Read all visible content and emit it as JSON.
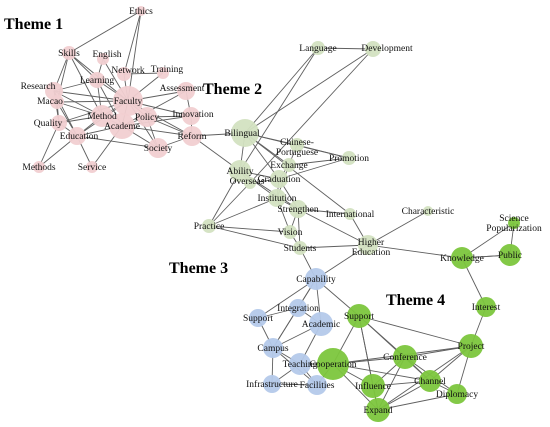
{
  "diagram": {
    "themes": [
      {
        "id": "t1",
        "label": "Theme 1"
      },
      {
        "id": "t2",
        "label": "Theme 2"
      },
      {
        "id": "t3",
        "label": "Theme 3"
      },
      {
        "id": "t4",
        "label": "Theme 4"
      }
    ],
    "colors": {
      "t1": "#f1cfd1",
      "t2": "#d3e2c1",
      "t3": "#b4c9ea",
      "t4": "#7cc63d",
      "edge": "#5f5f5f"
    },
    "nodes": [
      {
        "id": "ethics",
        "label": "Ethics",
        "theme": "t1"
      },
      {
        "id": "skills",
        "label": "Skills",
        "theme": "t1"
      },
      {
        "id": "english",
        "label": "English",
        "theme": "t1"
      },
      {
        "id": "network",
        "label": "Network",
        "theme": "t1"
      },
      {
        "id": "training",
        "label": "Training",
        "theme": "t1"
      },
      {
        "id": "learning",
        "label": "Learning",
        "theme": "t1"
      },
      {
        "id": "research",
        "label": "Research",
        "theme": "t1"
      },
      {
        "id": "faculty",
        "label": "Faculty",
        "theme": "t1"
      },
      {
        "id": "assessment",
        "label": "Assessment",
        "theme": "t1"
      },
      {
        "id": "macao",
        "label": "Macao",
        "theme": "t1"
      },
      {
        "id": "method",
        "label": "Method",
        "theme": "t1"
      },
      {
        "id": "policy",
        "label": "Policy",
        "theme": "t1"
      },
      {
        "id": "innovation",
        "label": "Innovation",
        "theme": "t1"
      },
      {
        "id": "quality",
        "label": "Quality",
        "theme": "t1"
      },
      {
        "id": "academe",
        "label": "Academe",
        "theme": "t1"
      },
      {
        "id": "reform",
        "label": "Reform",
        "theme": "t1"
      },
      {
        "id": "education",
        "label": "Education",
        "theme": "t1"
      },
      {
        "id": "society",
        "label": "Society",
        "theme": "t1"
      },
      {
        "id": "methods",
        "label": "Methods",
        "theme": "t1"
      },
      {
        "id": "service",
        "label": "Service",
        "theme": "t1"
      },
      {
        "id": "language",
        "label": "Language",
        "theme": "t2"
      },
      {
        "id": "development",
        "label": "Development",
        "theme": "t2"
      },
      {
        "id": "bilingual",
        "label": "Bilingual",
        "theme": "t2"
      },
      {
        "id": "chineseportuguese",
        "label": "Chinese-Portuguese",
        "theme": "t2"
      },
      {
        "id": "promotion",
        "label": "Promotion",
        "theme": "t2"
      },
      {
        "id": "exchange",
        "label": "Exchange",
        "theme": "t2"
      },
      {
        "id": "ability",
        "label": "Ability",
        "theme": "t2"
      },
      {
        "id": "overseas",
        "label": "Overseas",
        "theme": "t2"
      },
      {
        "id": "graduation",
        "label": "Graduation",
        "theme": "t2"
      },
      {
        "id": "institution",
        "label": "Institution",
        "theme": "t2"
      },
      {
        "id": "strengthen",
        "label": "Strengthen",
        "theme": "t2"
      },
      {
        "id": "international",
        "label": "International",
        "theme": "t2"
      },
      {
        "id": "characteristic",
        "label": "Characteristic",
        "theme": "t2"
      },
      {
        "id": "practice",
        "label": "Practice",
        "theme": "t2"
      },
      {
        "id": "vision",
        "label": "Vision",
        "theme": "t2"
      },
      {
        "id": "students",
        "label": "Students",
        "theme": "t2"
      },
      {
        "id": "highereducation",
        "label": "Higher Education",
        "theme": "t2"
      },
      {
        "id": "capability",
        "label": "Capability",
        "theme": "t3"
      },
      {
        "id": "integration",
        "label": "Integration",
        "theme": "t3"
      },
      {
        "id": "supportb",
        "label": "Support",
        "theme": "t3"
      },
      {
        "id": "academic",
        "label": "Academic",
        "theme": "t3"
      },
      {
        "id": "campus",
        "label": "Campus",
        "theme": "t3"
      },
      {
        "id": "teaching",
        "label": "Teaching",
        "theme": "t3"
      },
      {
        "id": "infrastructure",
        "label": "Infrastructure",
        "theme": "t3"
      },
      {
        "id": "facilities",
        "label": "Facilities",
        "theme": "t3"
      },
      {
        "id": "sciencepop",
        "label": "Science Popularization",
        "theme": "t4"
      },
      {
        "id": "knowledge",
        "label": "Knowledge",
        "theme": "t4"
      },
      {
        "id": "public",
        "label": "Public",
        "theme": "t4"
      },
      {
        "id": "interest",
        "label": "Interest",
        "theme": "t4"
      },
      {
        "id": "supportg",
        "label": "Support",
        "theme": "t4"
      },
      {
        "id": "project",
        "label": "Project",
        "theme": "t4"
      },
      {
        "id": "conference",
        "label": "Conference",
        "theme": "t4"
      },
      {
        "id": "cooperation",
        "label": "Cooperation",
        "theme": "t4"
      },
      {
        "id": "influence",
        "label": "Influence",
        "theme": "t4"
      },
      {
        "id": "channel",
        "label": "Channel",
        "theme": "t4"
      },
      {
        "id": "diplomacy",
        "label": "Diplomacy",
        "theme": "t4"
      },
      {
        "id": "expand",
        "label": "Expand",
        "theme": "t4"
      }
    ],
    "edges": [
      [
        "ethics",
        "skills"
      ],
      [
        "ethics",
        "network"
      ],
      [
        "ethics",
        "faculty"
      ],
      [
        "skills",
        "learning"
      ],
      [
        "skills",
        "faculty"
      ],
      [
        "skills",
        "research"
      ],
      [
        "skills",
        "macao"
      ],
      [
        "skills",
        "method"
      ],
      [
        "english",
        "faculty"
      ],
      [
        "english",
        "learning"
      ],
      [
        "network",
        "faculty"
      ],
      [
        "network",
        "training"
      ],
      [
        "training",
        "faculty"
      ],
      [
        "learning",
        "faculty"
      ],
      [
        "learning",
        "research"
      ],
      [
        "learning",
        "method"
      ],
      [
        "learning",
        "academe"
      ],
      [
        "research",
        "faculty"
      ],
      [
        "research",
        "macao"
      ],
      [
        "research",
        "quality"
      ],
      [
        "research",
        "education"
      ],
      [
        "research",
        "method"
      ],
      [
        "faculty",
        "assessment"
      ],
      [
        "faculty",
        "method"
      ],
      [
        "faculty",
        "policy"
      ],
      [
        "faculty",
        "innovation"
      ],
      [
        "faculty",
        "academe"
      ],
      [
        "faculty",
        "reform"
      ],
      [
        "faculty",
        "society"
      ],
      [
        "faculty",
        "education"
      ],
      [
        "faculty",
        "quality"
      ],
      [
        "faculty",
        "macao"
      ],
      [
        "assessment",
        "academe"
      ],
      [
        "assessment",
        "innovation"
      ],
      [
        "macao",
        "quality"
      ],
      [
        "macao",
        "education"
      ],
      [
        "macao",
        "method"
      ],
      [
        "method",
        "academe"
      ],
      [
        "method",
        "education"
      ],
      [
        "method",
        "quality"
      ],
      [
        "policy",
        "academe"
      ],
      [
        "policy",
        "innovation"
      ],
      [
        "policy",
        "society"
      ],
      [
        "policy",
        "reform"
      ],
      [
        "innovation",
        "reform"
      ],
      [
        "innovation",
        "academe"
      ],
      [
        "academe",
        "society"
      ],
      [
        "academe",
        "education"
      ],
      [
        "academe",
        "reform"
      ],
      [
        "academe",
        "service"
      ],
      [
        "reform",
        "society"
      ],
      [
        "reform",
        "bilingual"
      ],
      [
        "reform",
        "ability"
      ],
      [
        "education",
        "methods"
      ],
      [
        "education",
        "service"
      ],
      [
        "education",
        "quality"
      ],
      [
        "quality",
        "methods"
      ],
      [
        "education",
        "society"
      ],
      [
        "language",
        "development"
      ],
      [
        "language",
        "bilingual"
      ],
      [
        "language",
        "ability"
      ],
      [
        "development",
        "bilingual"
      ],
      [
        "development",
        "overseas"
      ],
      [
        "bilingual",
        "chineseportuguese"
      ],
      [
        "bilingual",
        "ability"
      ],
      [
        "bilingual",
        "exchange"
      ],
      [
        "bilingual",
        "graduation"
      ],
      [
        "bilingual",
        "international"
      ],
      [
        "bilingual",
        "promotion"
      ],
      [
        "chineseportuguese",
        "promotion"
      ],
      [
        "chineseportuguese",
        "exchange"
      ],
      [
        "exchange",
        "promotion"
      ],
      [
        "exchange",
        "graduation"
      ],
      [
        "exchange",
        "institution"
      ],
      [
        "ability",
        "overseas"
      ],
      [
        "ability",
        "graduation"
      ],
      [
        "ability",
        "institution"
      ],
      [
        "ability",
        "strengthen"
      ],
      [
        "ability",
        "practice"
      ],
      [
        "overseas",
        "graduation"
      ],
      [
        "overseas",
        "practice"
      ],
      [
        "graduation",
        "institution"
      ],
      [
        "graduation",
        "strengthen"
      ],
      [
        "graduation",
        "promotion"
      ],
      [
        "institution",
        "strengthen"
      ],
      [
        "institution",
        "vision"
      ],
      [
        "institution",
        "practice"
      ],
      [
        "strengthen",
        "international"
      ],
      [
        "strengthen",
        "vision"
      ],
      [
        "strengthen",
        "students"
      ],
      [
        "vision",
        "practice"
      ],
      [
        "vision",
        "students"
      ],
      [
        "students",
        "practice"
      ],
      [
        "international",
        "highereducation"
      ],
      [
        "characteristic",
        "highereducation"
      ],
      [
        "highereducation",
        "knowledge"
      ],
      [
        "highereducation",
        "students"
      ],
      [
        "highereducation",
        "capability"
      ],
      [
        "highereducation",
        "strengthen"
      ],
      [
        "students",
        "capability"
      ],
      [
        "capability",
        "integration"
      ],
      [
        "capability",
        "academic"
      ],
      [
        "capability",
        "supportg"
      ],
      [
        "capability",
        "supportb"
      ],
      [
        "capability",
        "campus"
      ],
      [
        "integration",
        "supportb"
      ],
      [
        "integration",
        "academic"
      ],
      [
        "integration",
        "campus"
      ],
      [
        "supportb",
        "campus"
      ],
      [
        "academic",
        "campus"
      ],
      [
        "academic",
        "teaching"
      ],
      [
        "campus",
        "teaching"
      ],
      [
        "campus",
        "infrastructure"
      ],
      [
        "campus",
        "facilities"
      ],
      [
        "teaching",
        "infrastructure"
      ],
      [
        "teaching",
        "facilities"
      ],
      [
        "teaching",
        "cooperation"
      ],
      [
        "infrastructure",
        "facilities"
      ],
      [
        "facilities",
        "cooperation"
      ],
      [
        "sciencepop",
        "knowledge"
      ],
      [
        "sciencepop",
        "public"
      ],
      [
        "knowledge",
        "public"
      ],
      [
        "knowledge",
        "interest"
      ],
      [
        "public",
        "knowledge"
      ],
      [
        "interest",
        "project"
      ],
      [
        "supportg",
        "project"
      ],
      [
        "supportg",
        "conference"
      ],
      [
        "supportg",
        "cooperation"
      ],
      [
        "supportg",
        "influence"
      ],
      [
        "supportg",
        "channel"
      ],
      [
        "supportg",
        "expand"
      ],
      [
        "project",
        "conference"
      ],
      [
        "project",
        "cooperation"
      ],
      [
        "project",
        "channel"
      ],
      [
        "project",
        "diplomacy"
      ],
      [
        "project",
        "expand"
      ],
      [
        "conference",
        "cooperation"
      ],
      [
        "conference",
        "influence"
      ],
      [
        "conference",
        "channel"
      ],
      [
        "conference",
        "expand"
      ],
      [
        "conference",
        "diplomacy"
      ],
      [
        "cooperation",
        "influence"
      ],
      [
        "cooperation",
        "channel"
      ],
      [
        "cooperation",
        "expand"
      ],
      [
        "influence",
        "channel"
      ],
      [
        "influence",
        "expand"
      ],
      [
        "channel",
        "diplomacy"
      ],
      [
        "channel",
        "expand"
      ],
      [
        "diplomacy",
        "expand"
      ]
    ]
  }
}
